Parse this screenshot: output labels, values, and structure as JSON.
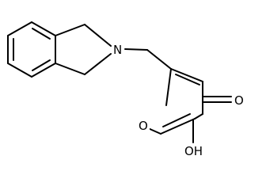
{
  "structure": {
    "atoms": {
      "nitrogen": "N",
      "ring_oxygen": "O",
      "carbonyl_oxygen": "O",
      "hydroxyl": "OH"
    }
  },
  "colors": {
    "background": "#ffffff",
    "ink": "#000000"
  }
}
